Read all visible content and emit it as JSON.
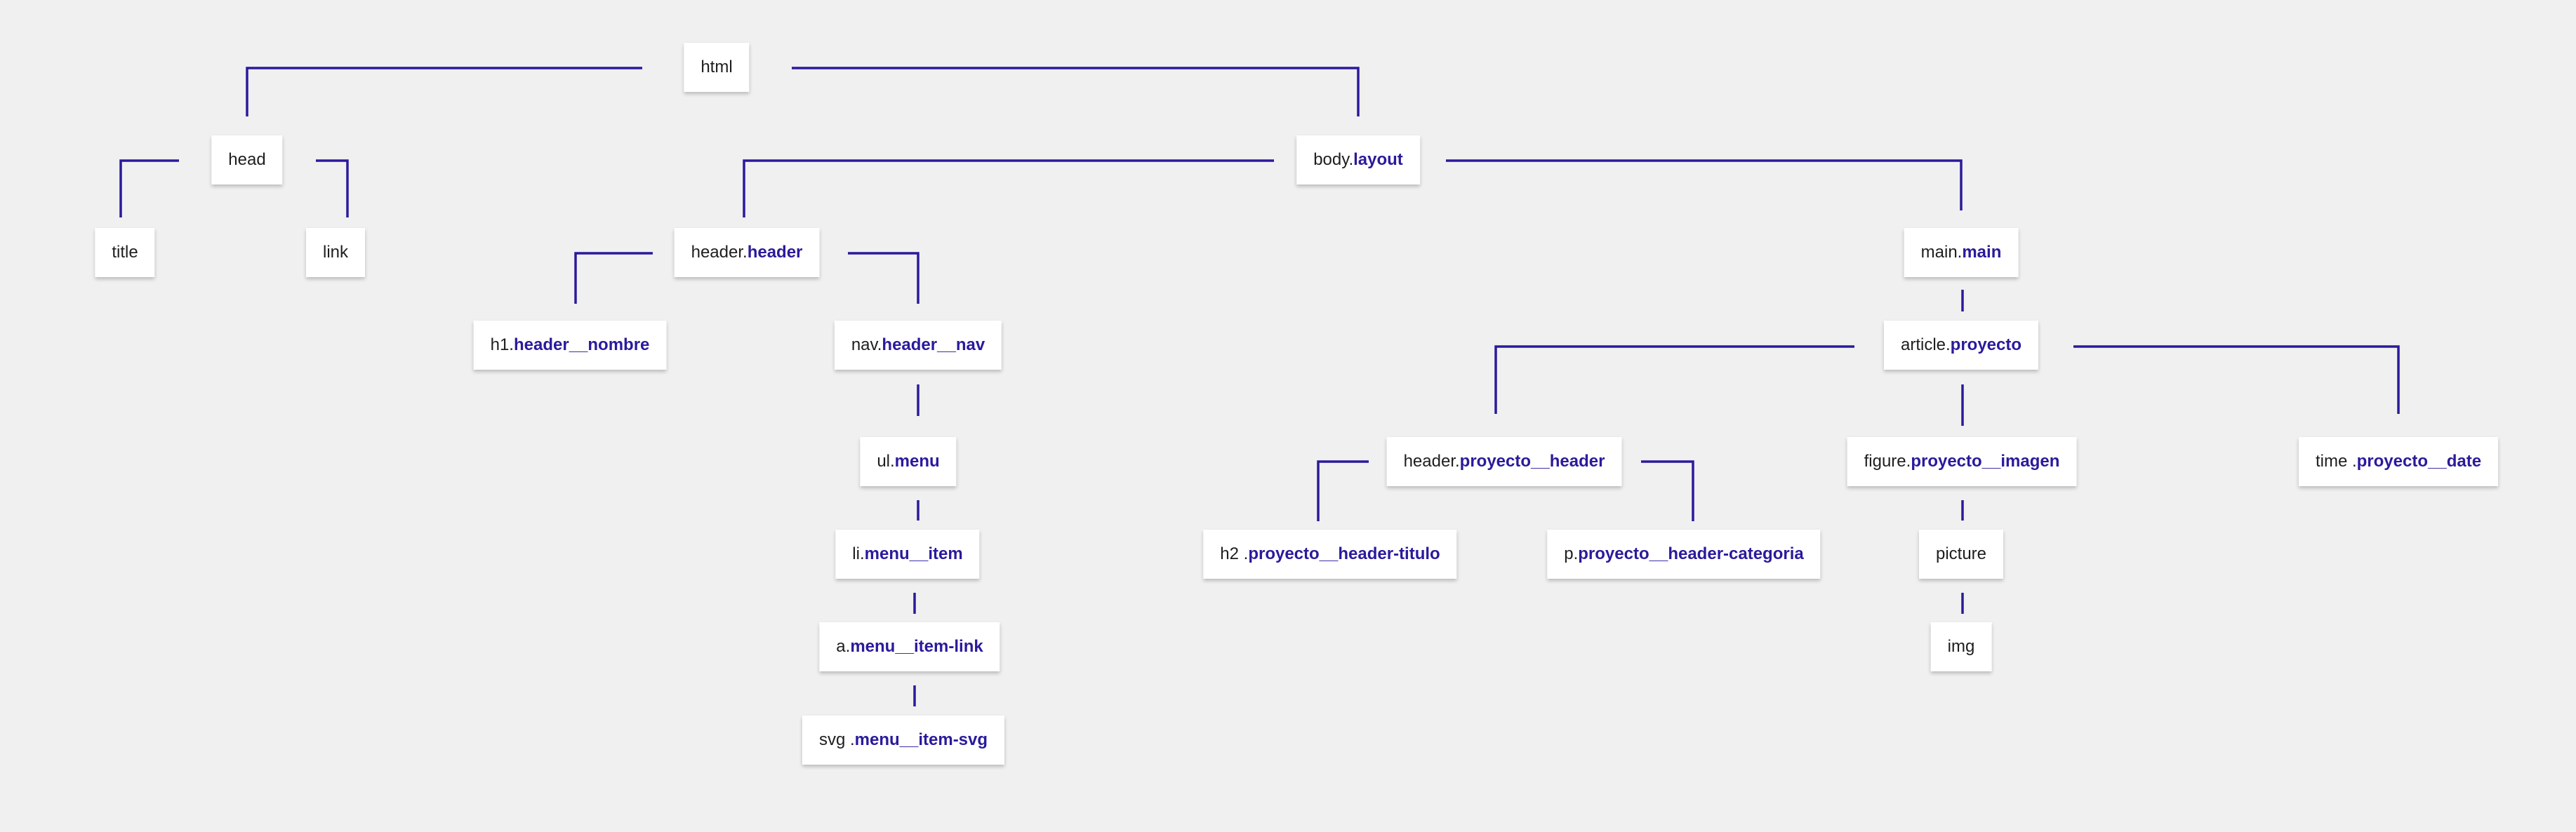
{
  "colors": {
    "background": "#f0f0f0",
    "node": "#ffffff",
    "connector": "#2a1a9c",
    "class_text": "#2a1a9c",
    "tag_text": "#1e1e1e"
  },
  "nodes": {
    "html": {
      "tag": "html",
      "cls": ""
    },
    "head": {
      "tag": "head",
      "cls": ""
    },
    "title": {
      "tag": "title",
      "cls": ""
    },
    "link": {
      "tag": "link",
      "cls": ""
    },
    "body": {
      "tag": "body.",
      "cls": "layout"
    },
    "header": {
      "tag": "header.",
      "cls": "header"
    },
    "h1": {
      "tag": "h1.",
      "cls": "header__nombre"
    },
    "nav": {
      "tag": "nav.",
      "cls": "header__nav"
    },
    "ul": {
      "tag": "ul.",
      "cls": "menu"
    },
    "li": {
      "tag": "li.",
      "cls": "menu__item"
    },
    "a": {
      "tag": "a.",
      "cls": "menu__item-link"
    },
    "svg": {
      "tag": "svg .",
      "cls": "menu__item-svg"
    },
    "main": {
      "tag": "main.",
      "cls": "main"
    },
    "article": {
      "tag": "article.",
      "cls": "proyecto"
    },
    "proyecto_header": {
      "tag": "header.",
      "cls": "proyecto__header"
    },
    "h2": {
      "tag": "h2 .",
      "cls": "proyecto__header-titulo"
    },
    "p": {
      "tag": "p.",
      "cls": "proyecto__header-categoria"
    },
    "figure": {
      "tag": "figure.",
      "cls": "proyecto__imagen"
    },
    "picture": {
      "tag": "picture",
      "cls": ""
    },
    "img": {
      "tag": "img",
      "cls": ""
    },
    "time": {
      "tag": "time .",
      "cls": "proyecto__date"
    }
  }
}
